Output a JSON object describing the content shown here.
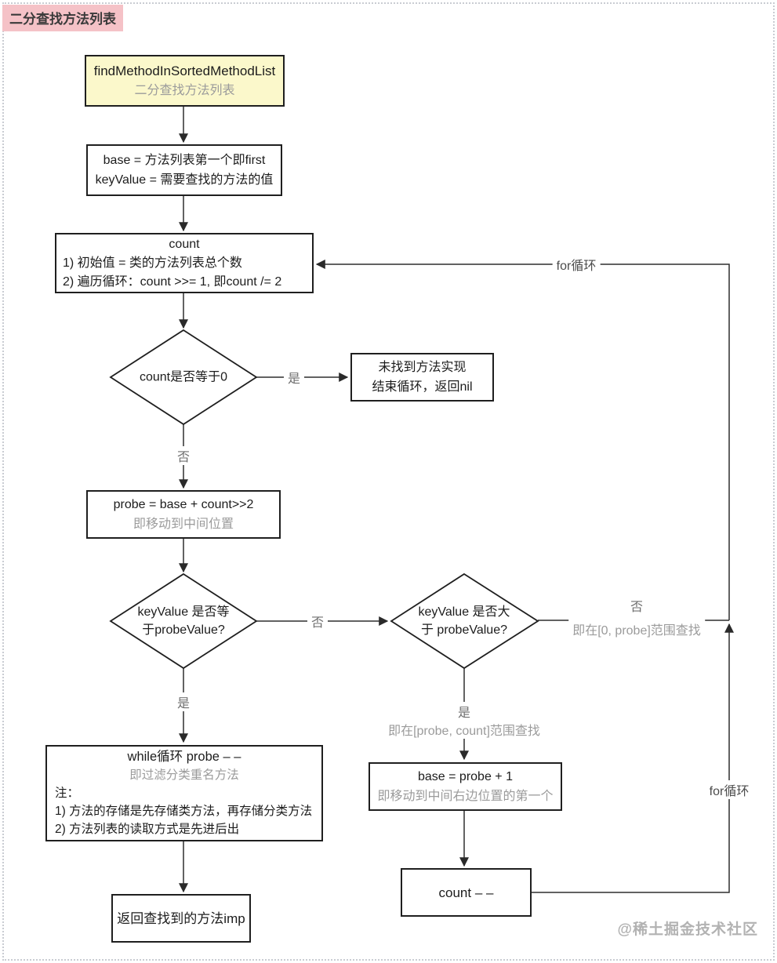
{
  "page": {
    "tag": "二分查找方法列表",
    "watermark": "@稀土掘金技术社区"
  },
  "colors": {
    "tag_bg": "#f5c2c7",
    "start_bg": "#fbf8cb",
    "box_border": "#1f1f1f",
    "line": "#2f2f2f",
    "muted_text": "#9b9b9b",
    "page_border_dotted": "#c9ccd2"
  },
  "nodes": {
    "start": {
      "title": "findMethodInSortedMethodList",
      "subtitle": "二分查找方法列表"
    },
    "init": {
      "line1": "base = 方法列表第一个即first",
      "line2": "keyValue = 需要查找的方法的值"
    },
    "count": {
      "title": "count",
      "item1": "1) 初始值 = 类的方法列表总个数",
      "item2": "2) 遍历循环：count >>= 1, 即count /= 2"
    },
    "decision_count_zero": {
      "text": "count是否等于0"
    },
    "not_found": {
      "line1": "未找到方法实现",
      "line2": "结束循环，返回nil"
    },
    "probe": {
      "line1": "probe = base + count>>2",
      "line2": "即移动到中间位置"
    },
    "decision_equal": {
      "line1": "keyValue 是否等",
      "line2": "于probeValue?"
    },
    "decision_greater": {
      "line1": "keyValue 是否大",
      "line2": "于 probeValue?"
    },
    "while_filter": {
      "line1": "while循环 probe – –",
      "line2": "即过滤分类重名方法",
      "note": "注：",
      "item1": "1) 方法的存储是先存储类方法，再存储分类方法",
      "item2": "2) 方法列表的读取方式是先进后出"
    },
    "base_update": {
      "line1": "base = probe + 1",
      "line2": "即移动到中间右边位置的第一个"
    },
    "count_decrement": {
      "text": "count – –"
    },
    "return_imp": {
      "text": "返回查找到的方法imp"
    }
  },
  "edge_labels": {
    "yes_to_not_found": "是",
    "no_to_probe": "否",
    "no_to_greater": "否",
    "no_right": "否",
    "no_right_sub": "即在[0, probe]范围查找",
    "yes_to_while": "是",
    "yes_down": "是",
    "yes_down_sub": "即在[probe, count]范围查找",
    "for_loop_top": "for循环",
    "for_loop_right": "for循环"
  }
}
